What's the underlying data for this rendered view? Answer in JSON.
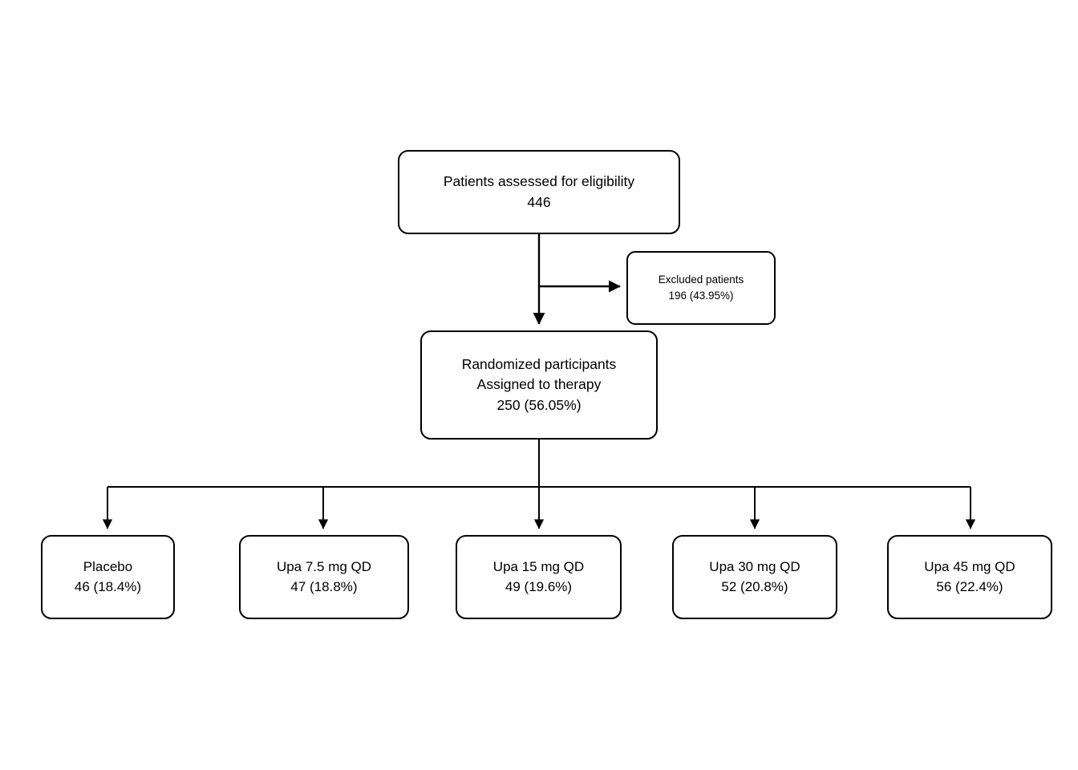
{
  "diagram": {
    "type": "flowchart",
    "orientation": "top-down",
    "line_color": "#000000",
    "box_fill": "#ffffff",
    "box_border_color": "#000000"
  },
  "nodes": {
    "assessed": {
      "name": "patients-assessed",
      "line1": "Patients assessed for eligibility",
      "line2": "446",
      "count": 446
    },
    "excluded": {
      "name": "excluded-patients",
      "line1": "Excluded patients",
      "line2": "196 (43.95%)",
      "count": 196,
      "percent": "43.95%"
    },
    "randomized": {
      "name": "randomized-participants",
      "line1": "Randomized participants",
      "line2": "Assigned to therapy",
      "line3": "250 (56.05%)",
      "count": 250,
      "percent": "56.05%"
    }
  },
  "arms": [
    {
      "label": "Placebo",
      "value": "46 (18.4%)",
      "count": 46,
      "percent": "18.4%"
    },
    {
      "label": "Upa 7.5 mg QD",
      "value": "47 (18.8%)",
      "count": 47,
      "percent": "18.8%"
    },
    {
      "label": "Upa 15 mg QD",
      "value": "49 (19.6%)",
      "count": 49,
      "percent": "19.6%"
    },
    {
      "label": "Upa 30 mg QD",
      "value": "52 (20.8%)",
      "count": 52,
      "percent": "20.8%"
    },
    {
      "label": "Upa 45 mg QD",
      "value": "56 (22.4%)",
      "count": 56,
      "percent": "22.4%"
    }
  ]
}
